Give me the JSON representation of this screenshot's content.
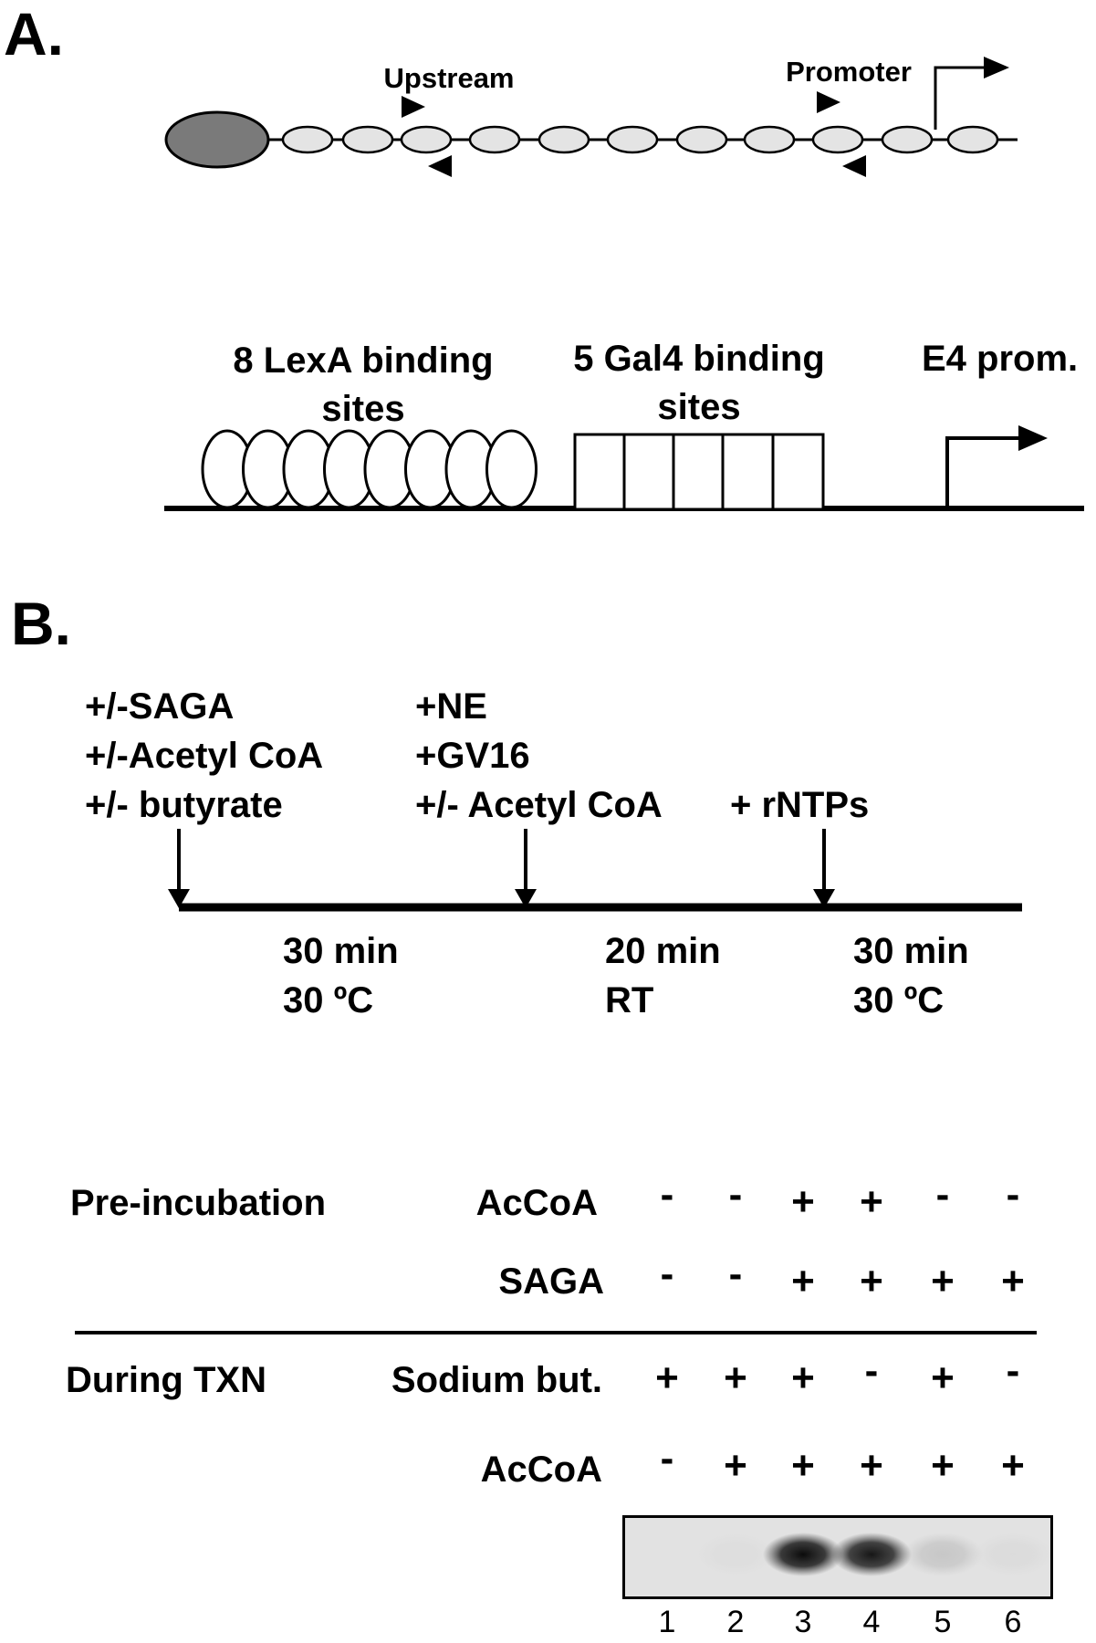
{
  "panelA": {
    "label": "A.",
    "nucleosome_array": {
      "upstream_label": "Upstream",
      "promoter_label": "Promoter"
    },
    "template": {
      "lexa_label_line1": "8 LexA binding",
      "lexa_label_line2": "sites",
      "gal4_label_line1": "5 Gal4 binding",
      "gal4_label_line2": "sites",
      "promoter_label": "E4 prom."
    }
  },
  "panelB": {
    "label": "B.",
    "timeline": {
      "step1": [
        "+/-SAGA",
        "+/-Acetyl CoA",
        "+/- butyrate"
      ],
      "step2": [
        "+NE",
        "+GV16",
        "+/- Acetyl CoA"
      ],
      "step3": [
        "+ rNTPs"
      ],
      "interval1": [
        "30 min",
        "30 ºC"
      ],
      "interval2": [
        "20 min",
        "RT"
      ],
      "interval3": [
        "30 min",
        "30 ºC"
      ]
    },
    "table": {
      "preincubation_label": "Pre-incubation",
      "during_label": "During TXN",
      "rows": [
        {
          "name": "AcCoA",
          "values": [
            "-",
            "-",
            "+",
            "+",
            "-",
            "-"
          ]
        },
        {
          "name": "SAGA",
          "values": [
            "-",
            "-",
            "+",
            "+",
            "+",
            "+"
          ]
        },
        {
          "name": "Sodium but.",
          "values": [
            "+",
            "+",
            "+",
            "-",
            "+",
            "-"
          ]
        },
        {
          "name": "AcCoA",
          "values": [
            "-",
            "+",
            "+",
            "+",
            "+",
            "+"
          ]
        }
      ],
      "lanes": [
        "1",
        "2",
        "3",
        "4",
        "5",
        "6"
      ],
      "band_intensity": [
        0.0,
        0.02,
        0.95,
        0.9,
        0.12,
        0.03
      ]
    }
  }
}
